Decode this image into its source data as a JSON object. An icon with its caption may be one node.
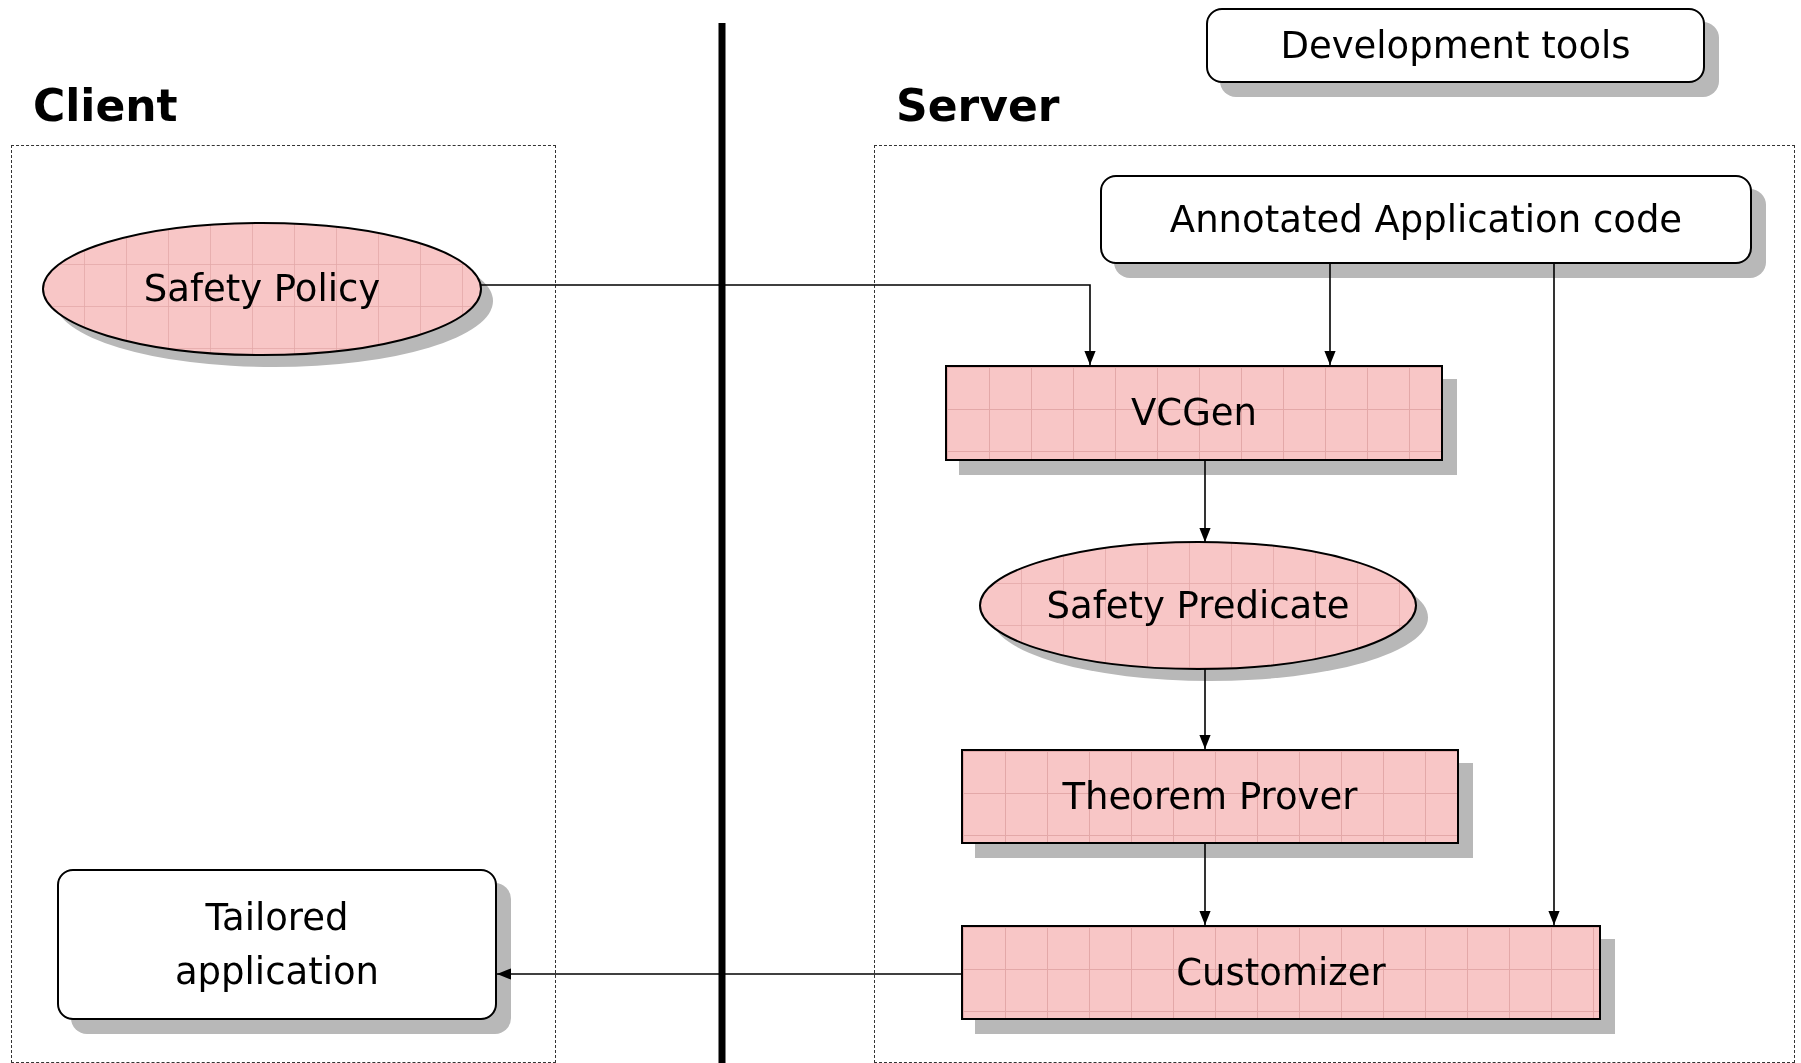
{
  "diagram": {
    "nodes": [
      {
        "text": [
          "Development tools"
        ]
      },
      {
        "text": [
          "Client"
        ]
      },
      {
        "text": [
          "Safety Policy"
        ],
        "in": 1
      },
      {
        "text": [
          "Tailored application"
        ],
        "in": 1
      },
      {
        "text": [
          "Server"
        ]
      },
      {
        "text": [
          "Annotated Application code"
        ],
        "in": 4
      },
      {
        "text": [
          "VCGen"
        ],
        "in": 4
      },
      {
        "text": [
          "Safety Predicate"
        ],
        "in": 4
      },
      {
        "text": [
          "Theorem Prover"
        ],
        "in": 4
      },
      {
        "text": [
          "Customizer"
        ],
        "in": 4
      }
    ],
    "edges": [
      {
        "from": 2,
        "to": 6,
        "arrow": "to"
      },
      {
        "from": 5,
        "to": 6,
        "arrow": "to"
      },
      {
        "from": 5,
        "to": 9,
        "arrow": "to"
      },
      {
        "from": 6,
        "to": 7,
        "arrow": "to"
      },
      {
        "from": 7,
        "to": 8,
        "arrow": "to"
      },
      {
        "from": 8,
        "to": 9,
        "arrow": "to"
      },
      {
        "from": 9,
        "to": 3,
        "arrow": "to"
      }
    ]
  }
}
